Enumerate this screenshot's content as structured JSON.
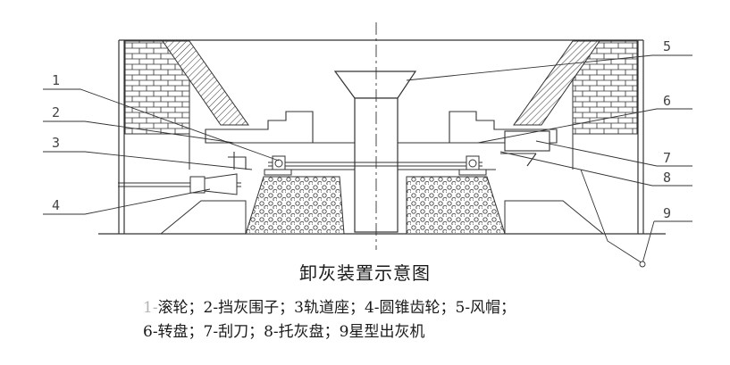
{
  "callouts": [
    "1",
    "2",
    "3",
    "4",
    "5",
    "6",
    "7",
    "8",
    "9"
  ],
  "caption": {
    "title": "卸灰装置示意图",
    "legend_line1_first": "1-",
    "legend_line1_rest": "滚轮；2-挡灰围子；3轨道座；4-圆锥齿轮；5-风帽；",
    "legend_line2": "6-转盘；7-刮刀；8-托灰盘；9星型出灰机"
  }
}
